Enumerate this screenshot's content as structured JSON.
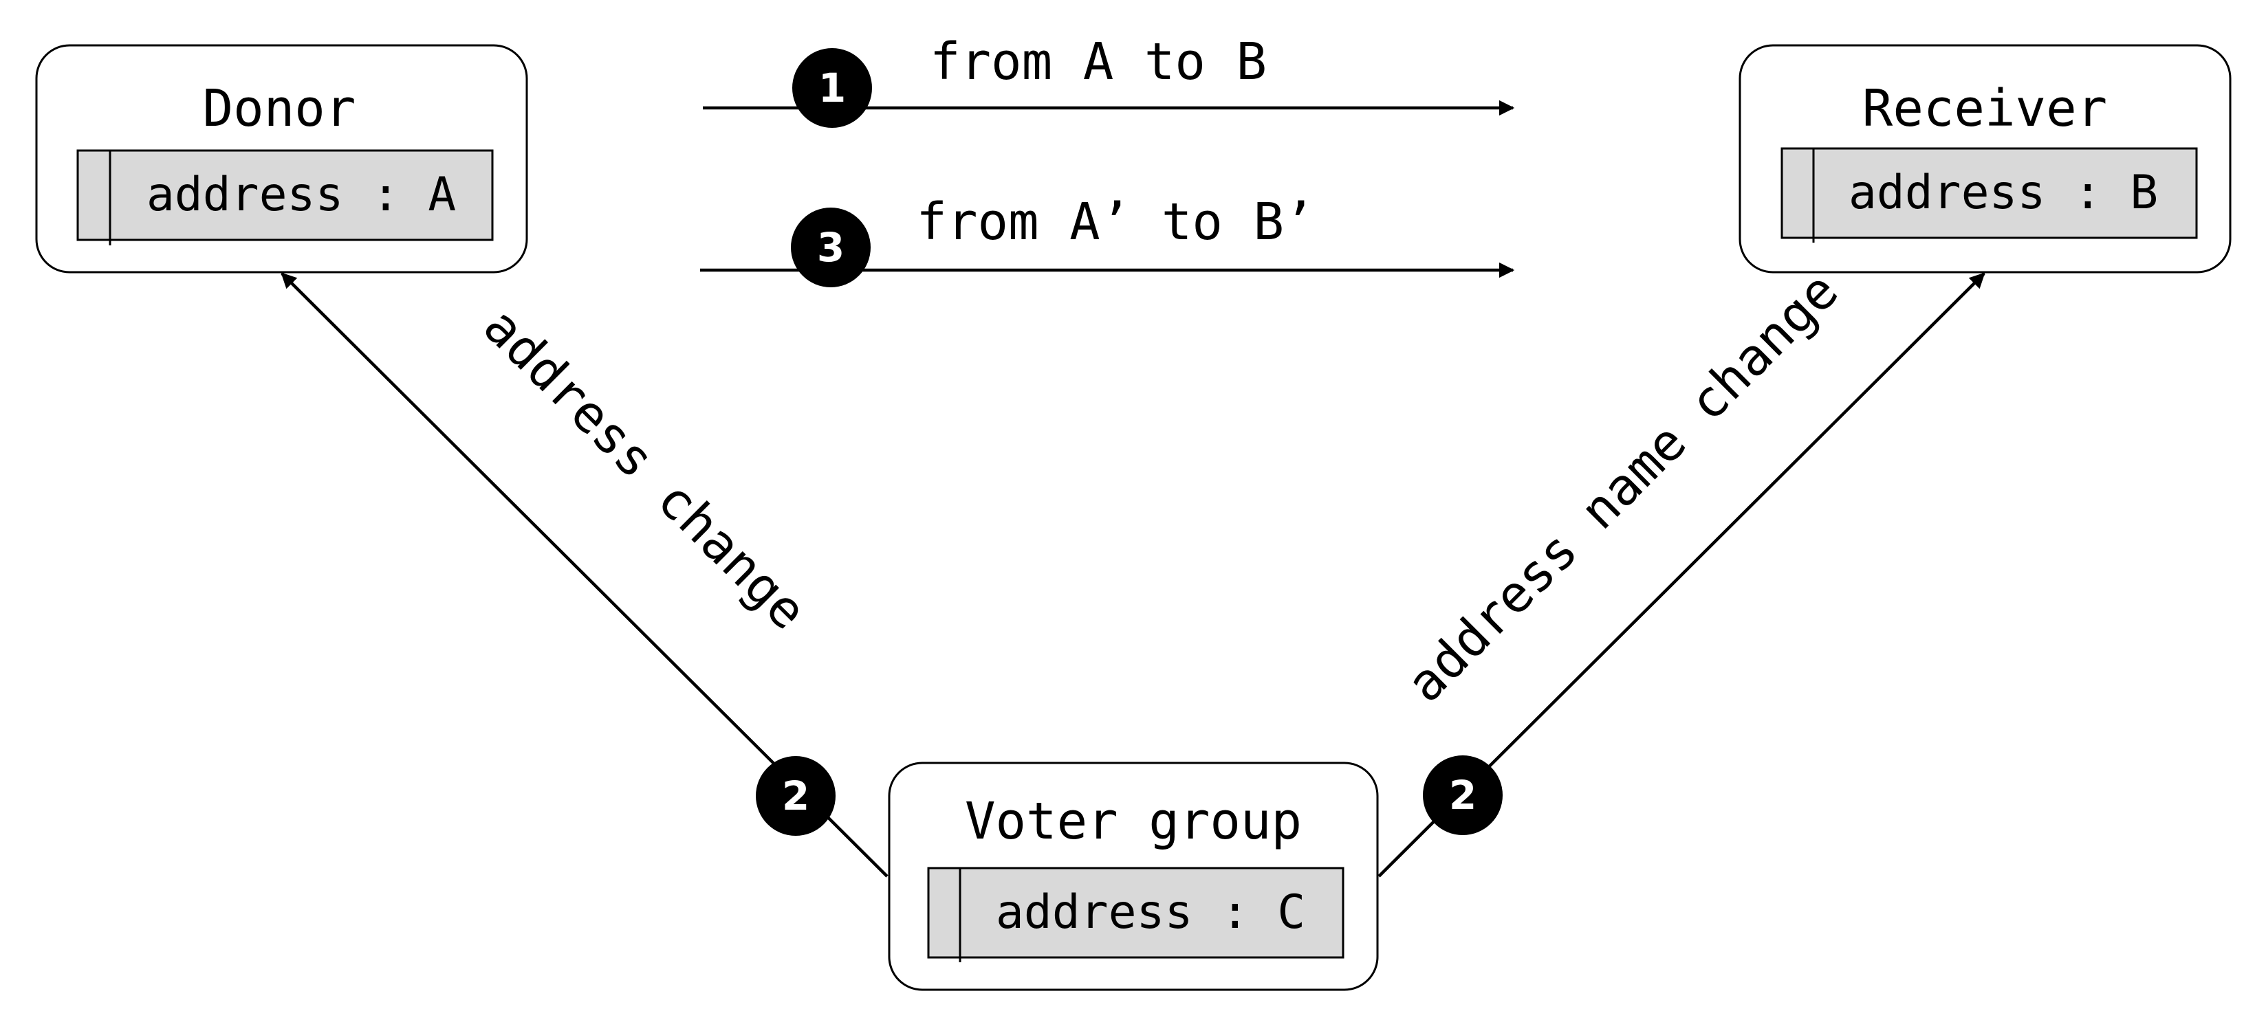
{
  "nodes": {
    "donor": {
      "title": "Donor",
      "field": "address : A"
    },
    "receiver": {
      "title": "Receiver",
      "field": "address : B"
    },
    "voter_group": {
      "title": "Voter group",
      "field": "address : C"
    }
  },
  "edges": {
    "transfer_1": {
      "step": "1",
      "label": "from A to B"
    },
    "transfer_3": {
      "step": "3",
      "label": "from A’ to B’"
    },
    "donor_change": {
      "step": "2",
      "label": "address change"
    },
    "receiver_change": {
      "step": "2",
      "label": "address name change"
    }
  },
  "colors": {
    "stroke": "#000000",
    "field_fill": "#d9d9d9",
    "badge_fill": "#000000"
  }
}
